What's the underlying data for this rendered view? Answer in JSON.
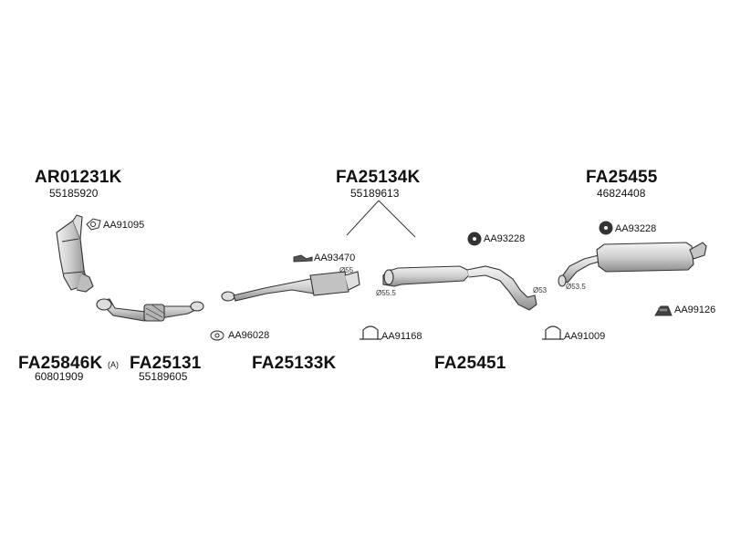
{
  "assemblies": [
    {
      "id": "AR01231K",
      "code": "AR01231K",
      "number": "55185920"
    },
    {
      "id": "FA25134K",
      "code": "FA25134K",
      "number": "55189613"
    },
    {
      "id": "FA25455",
      "code": "FA25455",
      "number": "46824408"
    },
    {
      "id": "FA25846K",
      "code": "FA25846K",
      "suffix": "(A)",
      "number": "60801909"
    },
    {
      "id": "FA25131",
      "code": "FA25131",
      "number": "55189605"
    },
    {
      "id": "FA25133K",
      "code": "FA25133K"
    },
    {
      "id": "FA25451",
      "code": "FA25451"
    }
  ],
  "accessories": [
    {
      "id": "AA91095",
      "label": "AA91095",
      "icon": "gasket-icon"
    },
    {
      "id": "AA93470",
      "label": "AA93470",
      "icon": "bracket-icon"
    },
    {
      "id": "AA93228-a",
      "label": "AA93228",
      "icon": "rubber-mount-icon"
    },
    {
      "id": "AA93228-b",
      "label": "AA93228",
      "icon": "rubber-mount-icon"
    },
    {
      "id": "AA96028",
      "label": "AA96028",
      "icon": "gasket-icon"
    },
    {
      "id": "AA91168",
      "label": "AA91168",
      "icon": "clamp-icon"
    },
    {
      "id": "AA91009",
      "label": "AA91009",
      "icon": "clamp-icon"
    },
    {
      "id": "AA99126",
      "label": "AA99126",
      "icon": "hanger-icon"
    }
  ],
  "diameters": {
    "d1": "Ø55",
    "d2": "Ø55.5",
    "d3": "Ø53",
    "d4": "Ø53.5"
  },
  "colors": {
    "line": "#333333",
    "part_fill": "#e6e6e6",
    "part_dark": "#9a9a9a"
  }
}
